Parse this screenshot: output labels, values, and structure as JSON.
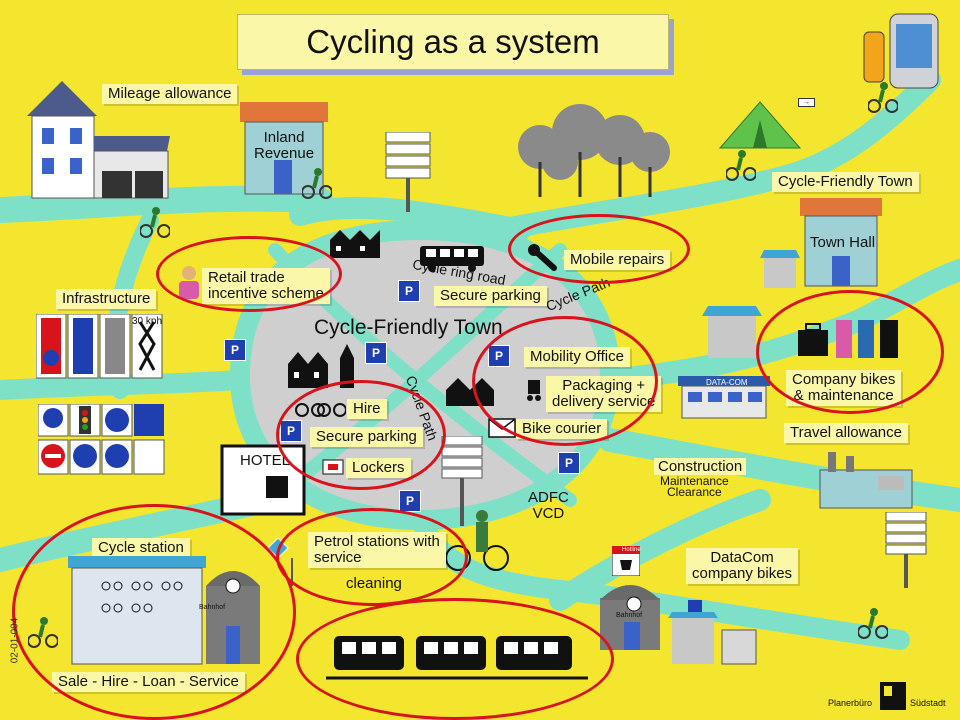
{
  "title": "Cycling as a system",
  "labels": {
    "mileage": "Mileage allowance",
    "inland_revenue": "Inland\nRevenue",
    "retail": "Retail trade\nincentive scheme",
    "infrastructure": "Infrastructure",
    "speed_sign": "30 kph",
    "cycle_friendly_town_center": "Cycle-Friendly Town",
    "cycle_friendly_town_right": "Cycle-Friendly Town",
    "cycle_ring": "Cycle ring road",
    "cycle_path_right": "Cycle Path",
    "cycle_path_center": "Cycle Path",
    "secure_parking_top": "Secure parking",
    "mobile_repairs": "Mobile repairs",
    "town_hall": "Town Hall",
    "mobility_office": "Mobility Office",
    "packaging": "Packaging +\ndelivery service",
    "bike_courier": "Bike courier",
    "hire": "Hire",
    "secure_parking_mid": "Secure parking",
    "lockers": "Lockers",
    "hotel": "HOTEL",
    "company_bikes": "Company bikes\n& maintenance",
    "travel_allowance": "Travel allowance",
    "datacom_building": "DATA-COM",
    "construction": "Construction",
    "maintenance": "Maintenance\nClearance",
    "adfc": "ADFC\nVCD",
    "petrol": "Petrol stations with\nservice",
    "cleaning": "cleaning",
    "cycle_station": "Cycle station",
    "bahnhof": "Bahnhof",
    "hotline": "Hotline",
    "datacom_bikes": "DataCom\ncompany bikes",
    "sale": "Sale - Hire - Loan - Service",
    "doc_code": "02-01-004",
    "planer": "Planerbüro",
    "suedstadt": "Südstadt",
    "p": "P"
  },
  "colors": {
    "background": "#f4e62e",
    "road": "#7fe0c8",
    "plaza": "#cfcfcf",
    "label_bg": "#fbf7a8",
    "ring": "#d8131b",
    "parking_blue": "#1f3fb0"
  },
  "icons": [
    "house-icon",
    "inland-revenue-building-icon",
    "signpost-icon",
    "tent-icon",
    "gps-device-icon",
    "trees-icon",
    "town-hall-icon",
    "bus-icon",
    "wrench-icon",
    "parking-icon",
    "hotel-icon",
    "church-icon",
    "briefcase-icon",
    "envelope-icon",
    "factory-icon",
    "cyclist-icon",
    "train-icon",
    "station-icon",
    "phone-icon",
    "bike-shelter-icon",
    "traffic-light-icon",
    "logo-icon"
  ]
}
